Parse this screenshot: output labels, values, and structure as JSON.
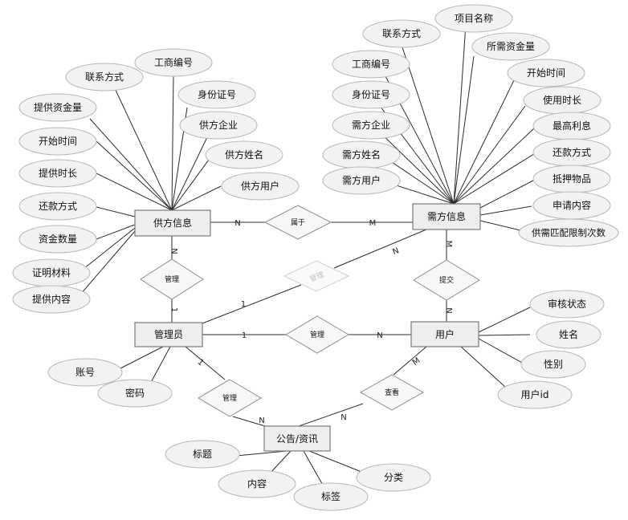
{
  "entities": {
    "supplier_info": "供方信息",
    "demand_info": "需方信息",
    "admin": "管理员",
    "user": "用户",
    "notice": "公告/资讯"
  },
  "supplier_attrs": {
    "contact": "联系方式",
    "business_no": "工商编号",
    "offered_funds": "提供资金量",
    "id_no": "身份证号",
    "supplier_company": "供方企业",
    "start_time": "开始时间",
    "offer_duration": "提供时长",
    "supplier_name": "供方姓名",
    "supplier_user": "供方用户",
    "repay_method": "还款方式",
    "fund_amount": "资金数量",
    "proof": "证明材料",
    "offer_content": "提供内容"
  },
  "demand_attrs": {
    "project_name": "项目名称",
    "contact": "联系方式",
    "business_no": "工商编号",
    "required_funds": "所需资金量",
    "start_time": "开始时间",
    "id_no": "身份证号",
    "use_duration": "使用时长",
    "demand_company": "需方企业",
    "max_interest": "最高利息",
    "demand_name": "需方姓名",
    "repay_method": "还款方式",
    "demand_user": "需方用户",
    "collateral": "抵押物品",
    "apply_content": "申请内容",
    "match_limit": "供需匹配限制次数"
  },
  "user_attrs": {
    "review_status": "审核状态",
    "name": "姓名",
    "gender": "性别",
    "user_id": "用户id"
  },
  "admin_attrs": {
    "account": "账号",
    "password": "密码"
  },
  "notice_attrs": {
    "title": "标题",
    "content": "内容",
    "tag": "标签",
    "category": "分类"
  },
  "relationships": {
    "belongs": "属于",
    "manage_supplier": "管理",
    "manage_demand": "管理",
    "submit": "提交",
    "manage_user": "管理",
    "manage_notice": "管理",
    "view": "查看"
  },
  "cardinality": {
    "belongs_supplier": "N",
    "belongs_demand": "M",
    "supplier_manage": "N",
    "admin_manage_supplier": "1",
    "admin_manage_demand": "1",
    "demand_manage": "N",
    "demand_submit": "M",
    "user_submit": "N",
    "admin_manage_user": "1",
    "user_manage": "N",
    "admin_manage_notice": "1",
    "notice_manage": "N",
    "user_view": "M",
    "notice_view": "N"
  }
}
